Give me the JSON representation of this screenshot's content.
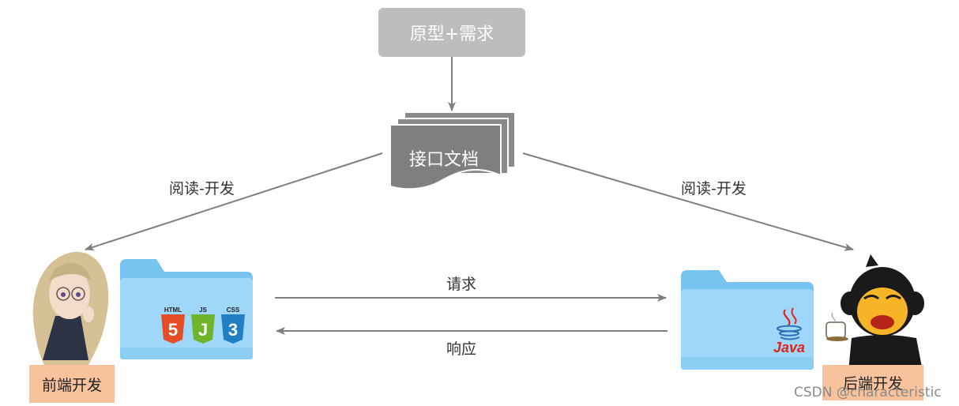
{
  "nodes": {
    "requirements": "原型+需求",
    "api_doc": "接口文档",
    "frontend_role": "前端开发",
    "backend_role": "后端开发"
  },
  "edges": {
    "left_read": "阅读-开发",
    "right_read": "阅读-开发",
    "request": "请求",
    "response": "响应"
  },
  "frontend_folder": {
    "badges": [
      "HTML",
      "JS",
      "CSS"
    ],
    "digits": [
      "5",
      "J",
      "3"
    ]
  },
  "backend_folder": {
    "logo_text": "Java"
  },
  "watermark": "CSDN @characteristic",
  "colors": {
    "requirements_box": "#bdbdbd",
    "doc_fill": "#7f7f7f",
    "arrow": "#7f7f7f",
    "badge": "#f8c29c",
    "folder_back": "#79c3f0",
    "folder_front": "#9fd7fa",
    "html_orange": "#e44d26",
    "js_green": "#6fb52b",
    "css_blue": "#1f7fc2",
    "java_red": "#e2231a"
  },
  "icons": {
    "frontend_avatar": "anime-girl-icon",
    "backend_avatar": "monkey-with-coffee-icon",
    "frontend_folder": "folder-icon",
    "backend_folder": "folder-icon",
    "java_logo": "java-logo-icon"
  }
}
